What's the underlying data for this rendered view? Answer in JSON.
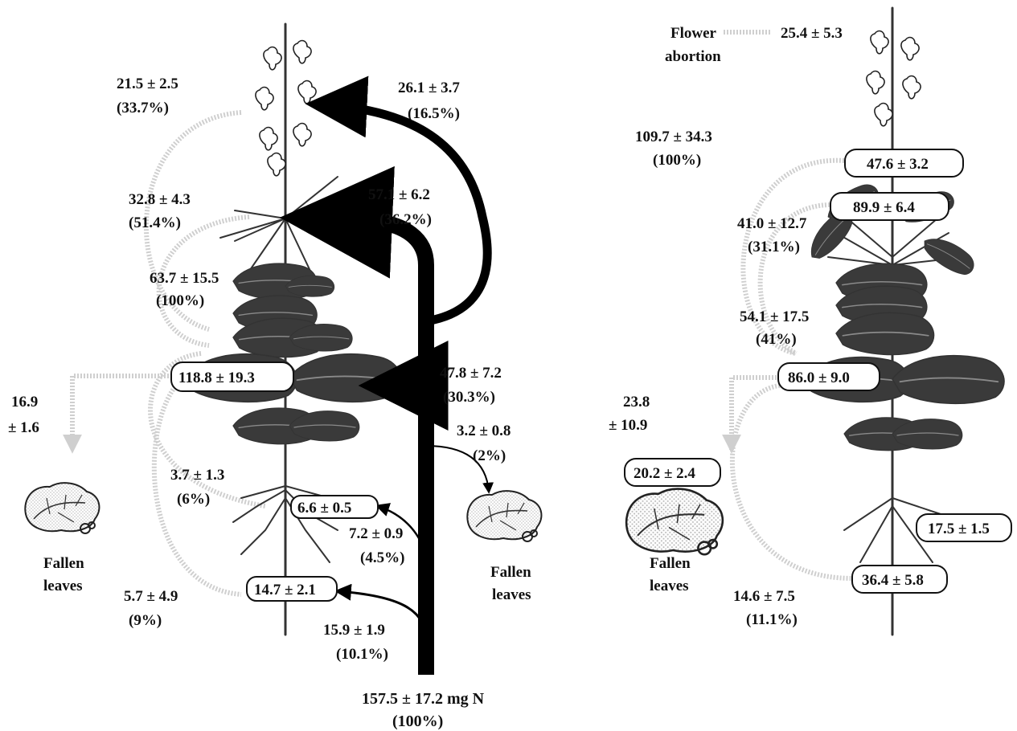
{
  "colors": {
    "plant": "#333333",
    "leaf": "#3a3a3a",
    "flux_arrow": "#000000",
    "remob_path": "#cfcfcf",
    "box_border": "#111111",
    "text": "#111111"
  },
  "left_plant": {
    "uptake_total": {
      "value": "157.5 ± 17.2 mg N",
      "pct": "(100%)"
    },
    "inflow_flower": {
      "value": "26.1 ± 3.7",
      "pct": "(16.5%)"
    },
    "inflow_branches": {
      "value": "57.1 ± 6.2",
      "pct": "(36.2%)"
    },
    "inflow_leaves": {
      "value": "47.8 ± 7.2",
      "pct": "(30.3%)"
    },
    "inflow_fallen": {
      "value": "3.2 ± 0.8",
      "pct": "(2%)"
    },
    "inflow_roots": {
      "value": "7.2 ± 0.9",
      "pct": "(4.5%)"
    },
    "inflow_taproot": {
      "value": "15.9 ± 1.9",
      "pct": "(10.1%)"
    },
    "remob_flower": {
      "value": "21.5 ± 2.5",
      "pct": "(33.7%)"
    },
    "remob_branches": {
      "value": "32.8 ± 4.3",
      "pct": "(51.4%)"
    },
    "remob_total": {
      "value": "63.7 ± 15.5",
      "pct": "(100%)"
    },
    "remob_roots": {
      "value": "3.7 ± 1.3",
      "pct": "(6%)"
    },
    "remob_taproot": {
      "value": "5.7 ± 4.9",
      "pct": "(9%)"
    },
    "leaf_loss": {
      "value": "16.9",
      "sd": "± 1.6"
    },
    "box_leaves": "118.8 ± 19.3",
    "box_roots": "6.6 ± 0.5",
    "box_taproot": "14.7 ± 2.1",
    "fallen_left": {
      "line1": "Fallen",
      "line2": "leaves"
    },
    "fallen_right": {
      "line1": "Fallen",
      "line2": "leaves"
    }
  },
  "right_plant": {
    "flower_abortion": {
      "line1": "Flower",
      "line2": "abortion",
      "value": "25.4 ± 5.3"
    },
    "remob_total": {
      "value": "109.7 ± 34.3",
      "pct": "(100%)"
    },
    "box_flower": "47.6 ± 3.2",
    "box_branches": "89.9 ± 6.4",
    "remob_branches": {
      "value": "41.0 ± 12.7",
      "pct": "(31.1%)"
    },
    "remob_leaves": {
      "value": "54.1 ± 17.5",
      "pct": "(41%)"
    },
    "box_leaves": "86.0 ± 9.0",
    "leaf_loss": {
      "value": "23.8",
      "sd": "± 10.9"
    },
    "box_fallen": "20.2 ± 2.4",
    "box_roots": "17.5 ± 1.5",
    "box_taproot": "36.4 ± 5.8",
    "remob_taproot": {
      "value": "14.6 ± 7.5",
      "pct": "(11.1%)"
    },
    "fallen": {
      "line1": "Fallen",
      "line2": "leaves"
    }
  }
}
